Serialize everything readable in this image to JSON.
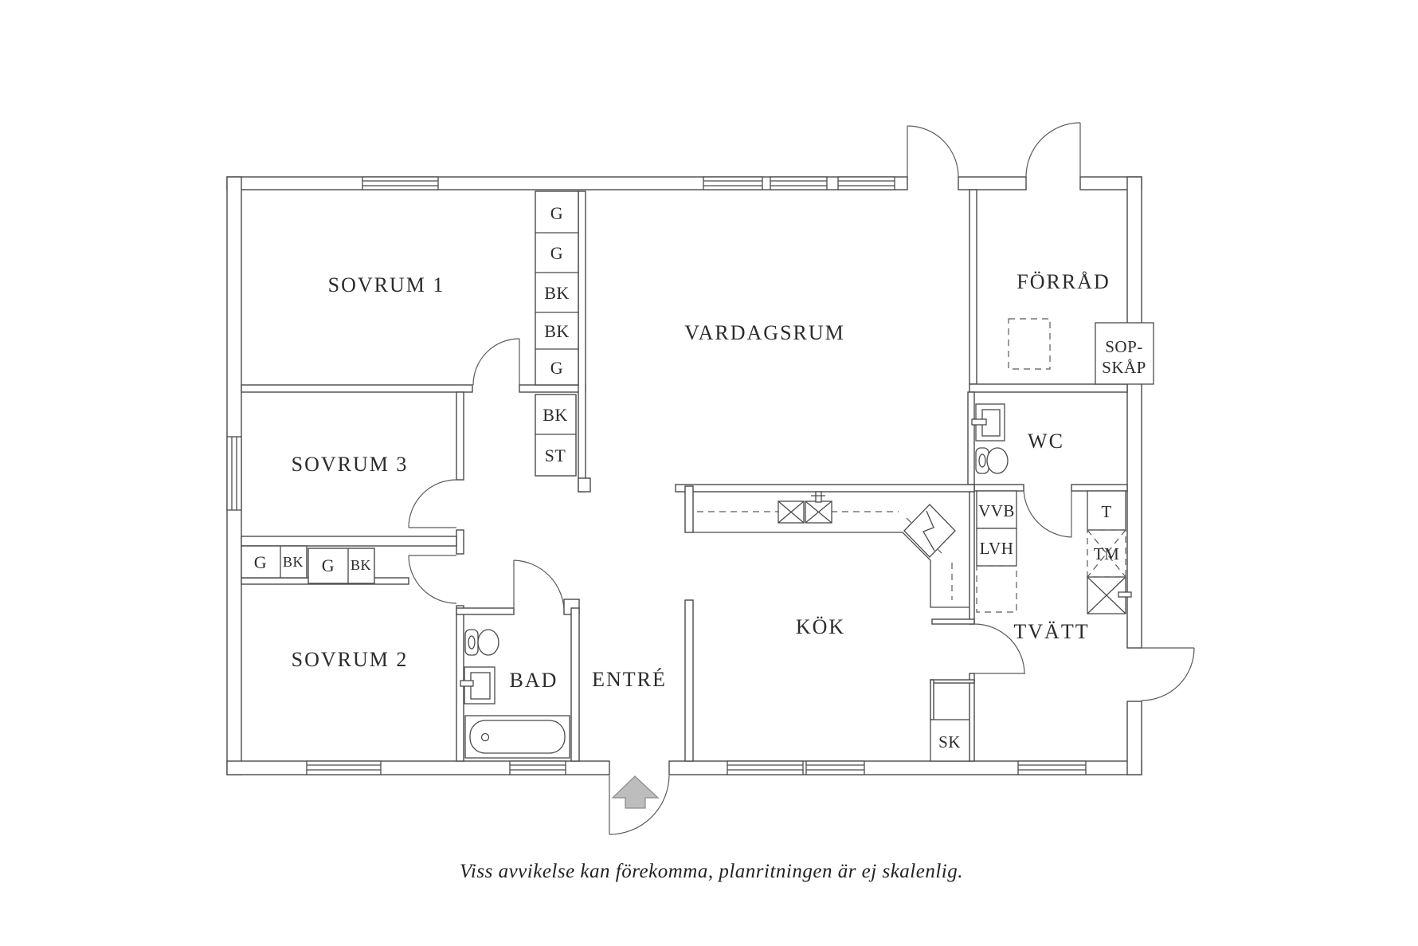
{
  "type": "floor-plan",
  "caption": "Viss avvikelse kan förekomma, planritningen är ej skalenlig.",
  "rooms": {
    "sovrum1": "SOVRUM 1",
    "sovrum3": "SOVRUM 3",
    "sovrum2": "SOVRUM 2",
    "vardagsrum": "VARDAGSRUM",
    "forrad": "FÖRRÅD",
    "wc": "WC",
    "kok": "KÖK",
    "entre": "ENTRÉ",
    "bad": "BAD",
    "tvatt": "TVÄTT"
  },
  "closets": {
    "column": [
      "G",
      "G",
      "BK",
      "BK",
      "G"
    ],
    "hall": [
      "BK",
      "ST"
    ],
    "left": [
      "G",
      "BK",
      "G",
      "BK"
    ]
  },
  "utility": {
    "vvb": "VVB",
    "lvh": "LVH",
    "sk": "SK",
    "t": "T",
    "tm": "TM",
    "sop_line1": "SOP-",
    "sop_line2": "SKÅP"
  },
  "fixtures": {
    "toilet-icon": "wc+bad toalett",
    "sink-icon": "tvättställ",
    "bathtub-icon": "badkar",
    "double-sink-icon": "diskho",
    "corner-cabinet-icon": "hörnskåp",
    "washbasin-icon": "tvättho",
    "entrance-arrow-icon": "▲"
  },
  "colors": {
    "background": "#ffffff",
    "line": "#4a4a4a",
    "text": "#2b2b2b",
    "arrow_fill": "#bdbdbd"
  }
}
